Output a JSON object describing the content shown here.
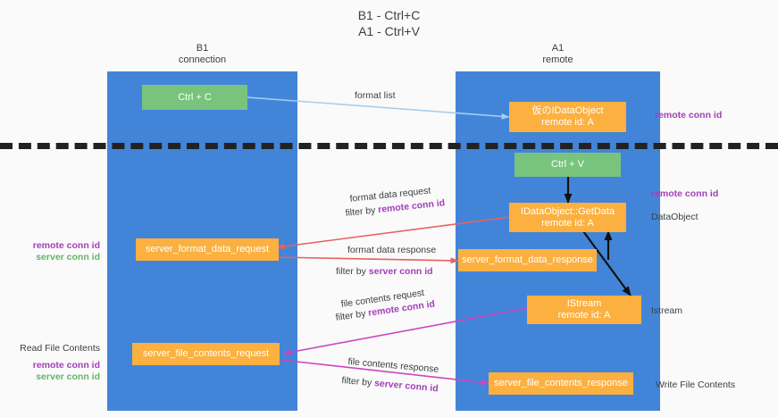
{
  "title": {
    "line1": "B1 - Ctrl+C",
    "line2": "A1 - Ctrl+V"
  },
  "columns": [
    {
      "name": "B1",
      "sub": "connection"
    },
    {
      "name": "A1",
      "sub": "remote"
    }
  ],
  "nodes": {
    "ctrl_c": {
      "label": "Ctrl + C"
    },
    "fake_dataobject": {
      "line1": "仮のIDataObject",
      "line2": "remote id: A"
    },
    "ctrl_v": {
      "label": "Ctrl + V"
    },
    "getdata": {
      "line1": "IDataObject::GetData",
      "line2": "remote id: A"
    },
    "server_format_data_request": {
      "label": "server_format_data_request"
    },
    "server_format_data_response": {
      "label": "server_format_data_response"
    },
    "istream": {
      "line1": "IStream",
      "line2": "remote id: A"
    },
    "server_file_contents_request": {
      "label": "server_file_contents_request"
    },
    "server_file_contents_response": {
      "label": "server_file_contents_response"
    }
  },
  "edge_labels": {
    "format_list": "format list",
    "format_data_request": "format data request",
    "filter_by_remote_1_prefix": "filter by ",
    "filter_by_remote_1_key": "remote conn id",
    "format_data_response": "format data response",
    "filter_by_server_1_prefix": "filter by ",
    "filter_by_server_1_key": "server conn id",
    "file_contents_request": "file contents request",
    "filter_by_remote_2_prefix": "filter by ",
    "filter_by_remote_2_key": "remote conn id",
    "file_contents_response": "file contents response",
    "filter_by_server_2_prefix": "filter by ",
    "filter_by_server_2_key": "server conn id"
  },
  "annotations": {
    "right_remote_conn_id_1": "remote conn id",
    "right_remote_conn_id_2": "remote conn id",
    "right_dataobject": "DataObject",
    "right_istream": "Istream",
    "right_write_file_contents": "Write File Contents",
    "left_remote_conn_id_1": "remote conn id",
    "left_server_conn_id_1": "server conn id",
    "left_read_file_contents": "Read File Contents",
    "left_remote_conn_id_2": "remote conn id",
    "left_server_conn_id_2": "server conn id"
  },
  "colors": {
    "lane": "#4285d8",
    "green_node": "#78c47d",
    "orange_node": "#fbb040",
    "purple_text": "#a23fb8",
    "green_text": "#67b36a",
    "arrow_light_blue": "#a8cdf0",
    "arrow_red": "#e8605d",
    "arrow_magenta": "#cc46c0",
    "arrow_black": "#111111",
    "background": "#fafafa",
    "dark_text": "#3c4043"
  }
}
